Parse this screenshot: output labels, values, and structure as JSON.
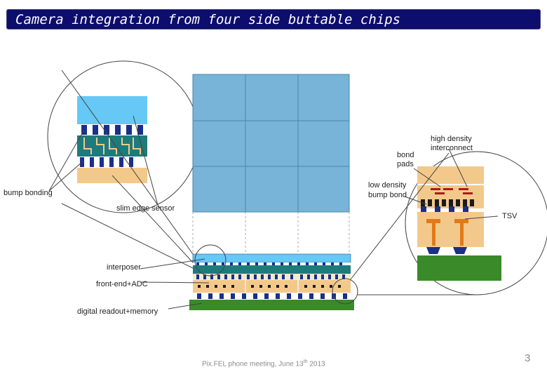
{
  "slide": {
    "title": "Camera integration from four side buttable chips",
    "page_number": "3"
  },
  "footer": {
    "text": "Pix.FEL phone meeting, June 13",
    "superscript": "th",
    "year": "2013"
  },
  "labels": {
    "bump_bonding": "bump bonding",
    "slim_edge_sensor": "slim edge sensor",
    "interposer": "interposer",
    "front_end_adc": "front-end+ADC",
    "digital_readout": "digital readout+memory",
    "high_density_1": "high density",
    "high_density_2": "interconnect",
    "bond_pads_1": "bond",
    "bond_pads_2": "pads",
    "low_density_1": "low density",
    "low_density_2": "bump bond",
    "tsv": "TSV"
  },
  "colors": {
    "title_bg": "#0d0d6e",
    "sensor_blue": "#78b4d8",
    "sensor_light": "#66c8f5",
    "interposer_teal": "#1e7b7b",
    "frontend_tan": "#f3c98b",
    "readout_green": "#3a8a2a",
    "bump_navy": "#1a2f8a"
  }
}
